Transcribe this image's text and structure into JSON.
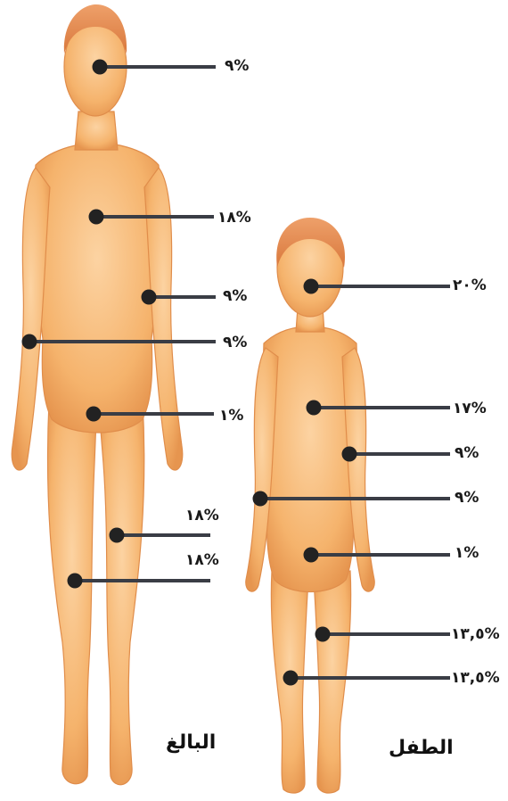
{
  "colors": {
    "skin": "#f6b872",
    "skin_shade": "#e9995a",
    "skin_light": "#fbd0a0",
    "hair": "#e3874a",
    "marker": "#222222",
    "leader": "#3a3d45"
  },
  "adult": {
    "caption": "البالغ",
    "markers": [
      {
        "name": "adult-head",
        "label": "%٩"
      },
      {
        "name": "adult-chest",
        "label": "%١٨"
      },
      {
        "name": "adult-arm-left",
        "label": "%٩"
      },
      {
        "name": "adult-arm-right",
        "label": "%٩"
      },
      {
        "name": "adult-groin",
        "label": "%١"
      },
      {
        "name": "adult-thigh",
        "label": "%١٨"
      },
      {
        "name": "adult-leg",
        "label": "%١٨"
      }
    ]
  },
  "child": {
    "caption": "الطفل",
    "markers": [
      {
        "name": "child-head",
        "label": "%٢٠"
      },
      {
        "name": "child-chest",
        "label": "%١٧"
      },
      {
        "name": "child-arm-left",
        "label": "%٩"
      },
      {
        "name": "child-arm-right",
        "label": "%٩"
      },
      {
        "name": "child-groin",
        "label": "%١"
      },
      {
        "name": "child-thigh",
        "label": "%١٣,٥"
      },
      {
        "name": "child-leg",
        "label": "%١٣,٥"
      }
    ]
  }
}
